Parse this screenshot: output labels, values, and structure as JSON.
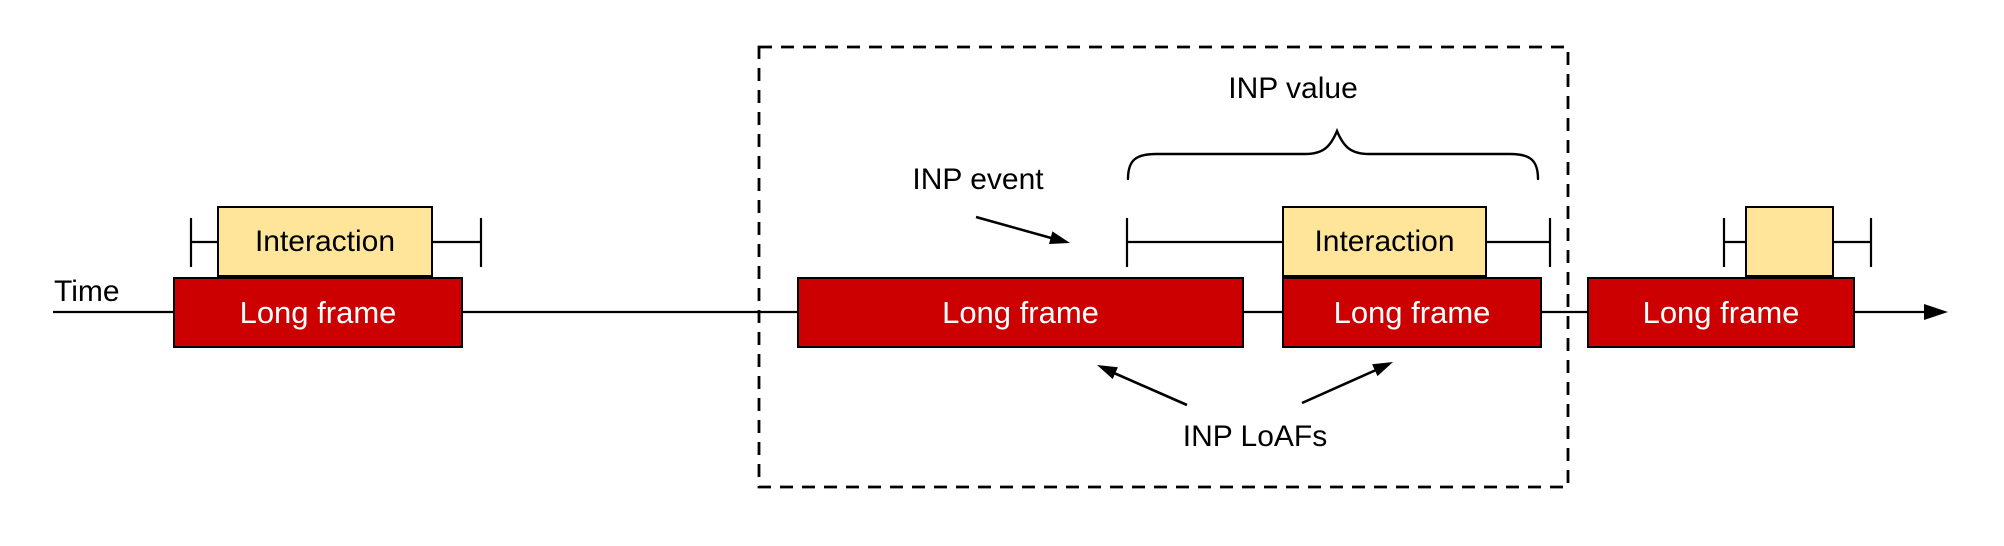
{
  "diagram": {
    "time_label": "Time",
    "inp_event_label": "INP event",
    "inp_value_label": "INP value",
    "inp_loafs_label": "INP LoAFs",
    "long_frames": [
      {
        "label": "Long frame"
      },
      {
        "label": "Long frame"
      },
      {
        "label": "Long frame"
      },
      {
        "label": "Long frame"
      }
    ],
    "interactions": [
      {
        "label": "Interaction"
      },
      {
        "label": "Interaction"
      },
      {
        "label": ""
      }
    ],
    "colors": {
      "long_frame_fill": "#cc0000",
      "long_frame_text": "#ffffff",
      "interaction_fill": "#ffe599",
      "interaction_text": "#000000",
      "line": "#000000"
    }
  }
}
